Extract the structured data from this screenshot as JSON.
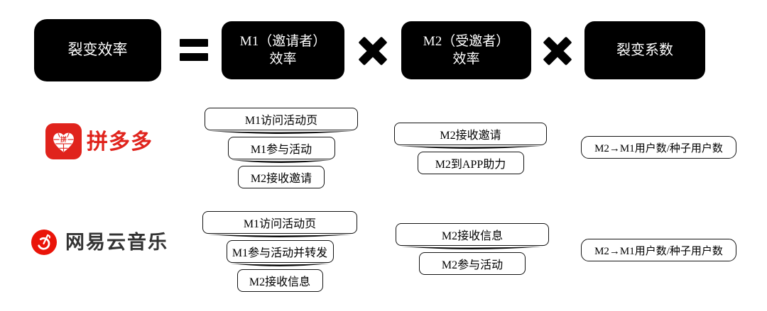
{
  "formula": {
    "result": "裂变效率",
    "m1_line1": "M1（邀请者）",
    "m1_line2": "效率",
    "m2_line1": "M2（受邀者）",
    "m2_line2": "效率",
    "coefficient": "裂变系数"
  },
  "operators": {
    "equals": "=",
    "multiply": "×"
  },
  "rows": [
    {
      "brand": "拼多多",
      "logo_glyph": "拼",
      "m1_funnel": [
        "M1访问活动页",
        "M1参与活动",
        "M2接收邀请"
      ],
      "m2_funnel": [
        "M2接收邀请",
        "M2到APP助力"
      ],
      "coefficient": "M2→M1用户数/种子用户数"
    },
    {
      "brand": "网易云音乐",
      "m1_funnel": [
        "M1访问活动页",
        "M1参与活动并转发",
        "M2接收信息"
      ],
      "m2_funnel": [
        "M2接收信息",
        "M2参与活动"
      ],
      "coefficient": "M2→M1用户数/种子用户数"
    }
  ],
  "colors": {
    "formula_box_bg": "#000000",
    "formula_box_text": "#ffffff",
    "pinduoduo_red": "#e0231c",
    "netease_red": "#ea1409",
    "netease_text": "#333333",
    "funnel_border": "#141414"
  }
}
